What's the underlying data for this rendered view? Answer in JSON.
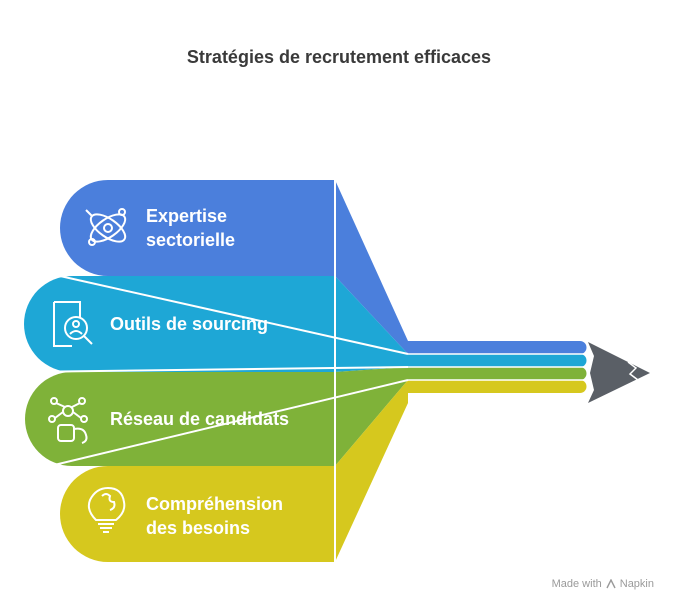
{
  "title": "Stratégies de recrutement efficaces",
  "items": [
    {
      "label_lines": [
        "Expertise",
        "sectorielle"
      ],
      "color": "#4b7fdc",
      "icon": "atom-network-icon"
    },
    {
      "label_lines": [
        "Outils de sourcing"
      ],
      "color": "#1ea7d6",
      "icon": "candidate-search-icon"
    },
    {
      "label_lines": [
        "Réseau de candidats"
      ],
      "color": "#7fb239",
      "icon": "network-hand-icon"
    },
    {
      "label_lines": [
        "Compréhension",
        "des besoins"
      ],
      "color": "#d6c81e",
      "icon": "lightbulb-puzzle-icon"
    }
  ],
  "pencil_tip_color": "#5a5f66",
  "footer": {
    "made_with": "Made with",
    "brand": "Napkin"
  }
}
